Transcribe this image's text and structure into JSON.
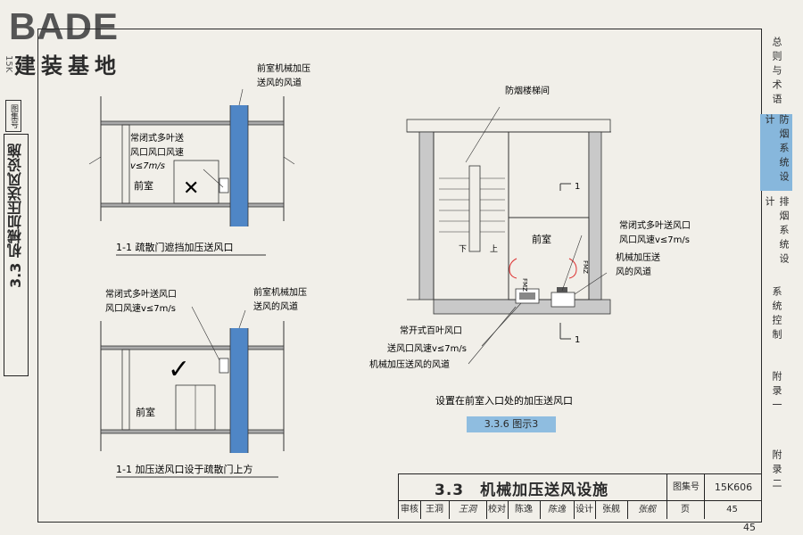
{
  "logo": {
    "brand": "BADE",
    "name_cn": "建装基地"
  },
  "left_margin": {
    "vertical_number": "15K",
    "tujihao_label": "图集号",
    "section_title": "3.3 机械加压送风设施"
  },
  "right_tabs": [
    {
      "label": "总则与术语",
      "active": false
    },
    {
      "label": "防烟系统设计",
      "active": true
    },
    {
      "label": "排烟系统设计",
      "active": false
    },
    {
      "label": "系统控制",
      "active": false
    },
    {
      "label": "附录一",
      "active": false
    },
    {
      "label": "附录二",
      "active": false
    }
  ],
  "diagram_top_left": {
    "duct_label_1": "前室机械加压",
    "duct_label_2": "送风的风道",
    "vent_label_1": "常闭式多叶送",
    "vent_label_2": "风口风口风速",
    "vent_label_3": "v≤7m/s",
    "room": "前室",
    "mark": "✕",
    "caption": "1-1 疏散门遮挡加压送风口"
  },
  "diagram_bottom_left": {
    "vent_label_1": "常闭式多叶送风口",
    "vent_label_2": "风口风速v≤7m/s",
    "duct_label_1": "前室机械加压",
    "duct_label_2": "送风的风道",
    "room": "前室",
    "mark": "✓",
    "caption": "1-1 加压送风口设于疏散门上方"
  },
  "diagram_right": {
    "stair_label": "防烟楼梯间",
    "room": "前室",
    "down": "下",
    "up": "上",
    "section_marker": "1",
    "vent_label_1": "常闭式多叶送风口",
    "vent_label_2": "风口风速v≤7m/s",
    "duct_label_1": "机械加压送",
    "duct_label_2": "风的风道",
    "louver_label_1": "常开式百叶风口",
    "louver_label_2": "送风口风速v≤7m/s",
    "louver_label_3": "机械加压送风的风道",
    "fmz": "FMZ",
    "caption": "设置在前室入口处的加压送风口",
    "fig_label": "3.3.6 图示3"
  },
  "title_block": {
    "title": "3.3　机械加压送风设施",
    "tujihao_label": "图集号",
    "tujihao_value": "15K606",
    "review_label": "审核",
    "review_name": "王洞",
    "review_sig": "王洞",
    "check_label": "校对",
    "check_name": "陈逸",
    "check_sig": "陈逸",
    "design_label": "设计",
    "design_name": "张舰",
    "design_sig": "张舰",
    "page_label": "页",
    "page_value": "45"
  },
  "page_number": "45"
}
